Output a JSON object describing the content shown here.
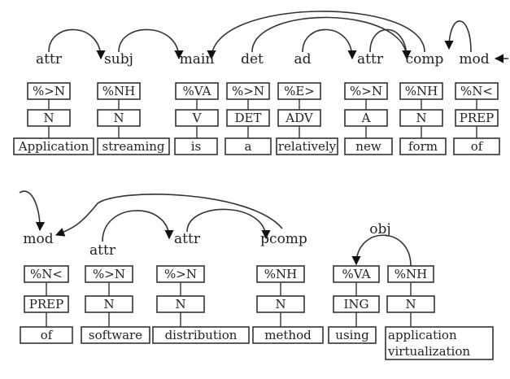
{
  "rows": [
    {
      "tokens": [
        {
          "label": "attr",
          "tag": "%>N",
          "pos": "N",
          "word": [
            "Application"
          ]
        },
        {
          "label": "subj",
          "tag": "%NH",
          "pos": "N",
          "word": [
            "streaming"
          ]
        },
        {
          "label": "main",
          "tag": "%VA",
          "pos": "V",
          "word": [
            "is"
          ]
        },
        {
          "label": "det",
          "tag": "%>N",
          "pos": "DET",
          "word": [
            "a"
          ]
        },
        {
          "label": "ad",
          "tag": "%E>",
          "pos": "ADV",
          "word": [
            "relatively"
          ]
        },
        {
          "label": "attr",
          "tag": "%>N",
          "pos": "A",
          "word": [
            "new"
          ]
        },
        {
          "label": "comp",
          "tag": "%NH",
          "pos": "N",
          "word": [
            "form"
          ]
        },
        {
          "label": "mod",
          "tag": "%N<",
          "pos": "PREP",
          "word": [
            "of"
          ]
        }
      ],
      "arcs": [
        {
          "from": 0,
          "to": 1
        },
        {
          "from": 1,
          "to": 2
        },
        {
          "from": 6,
          "to": 2
        },
        {
          "from": 3,
          "to": 6
        },
        {
          "from": 4,
          "to": 5
        },
        {
          "from": 5,
          "to": 6
        },
        {
          "from": 7,
          "to": 6
        },
        {
          "from": "next-row",
          "to": 7
        }
      ]
    },
    {
      "tokens": [
        {
          "label": "mod",
          "tag": "%N<",
          "pos": "PREP",
          "word": [
            "of"
          ]
        },
        {
          "label": "attr",
          "tag": "%>N",
          "pos": "N",
          "word": [
            "software"
          ]
        },
        {
          "label": "attr",
          "tag": "%>N",
          "pos": "N",
          "word": [
            "distribution"
          ]
        },
        {
          "label": "pcomp",
          "tag": "%NH",
          "pos": "N",
          "word": [
            "method"
          ]
        },
        {
          "label": "",
          "tag": "%VA",
          "pos": "ING",
          "word": [
            "using"
          ]
        },
        {
          "label": "",
          "tag": "%NH",
          "pos": "N",
          "word": [
            "application",
            "virtualization"
          ]
        }
      ],
      "arcs": [
        {
          "from": "prev-row",
          "to": 0
        },
        {
          "from": 3,
          "to": 0
        },
        {
          "from": 1,
          "to": 2
        },
        {
          "from": 2,
          "to": 3
        },
        {
          "from": 5,
          "to": 4,
          "label": "obj"
        }
      ]
    }
  ]
}
